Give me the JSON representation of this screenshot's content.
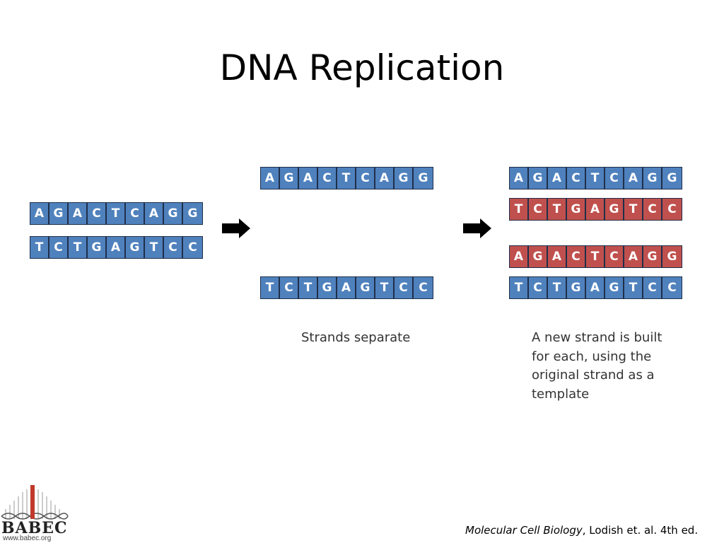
{
  "title": "DNA Replication",
  "colors": {
    "original_strand": "#4f81bd",
    "new_strand": "#c0504d",
    "arrow": "#000000"
  },
  "stages": {
    "original": {
      "strand_top": [
        "A",
        "G",
        "A",
        "C",
        "T",
        "C",
        "A",
        "G",
        "G"
      ],
      "strand_bottom": [
        "T",
        "C",
        "T",
        "G",
        "A",
        "G",
        "T",
        "C",
        "C"
      ]
    },
    "separated": {
      "strand_top": [
        "A",
        "G",
        "A",
        "C",
        "T",
        "C",
        "A",
        "G",
        "G"
      ],
      "strand_bottom": [
        "T",
        "C",
        "T",
        "G",
        "A",
        "G",
        "T",
        "C",
        "C"
      ],
      "caption": "Strands separate"
    },
    "replicated": {
      "pair1_original": [
        "A",
        "G",
        "A",
        "C",
        "T",
        "C",
        "A",
        "G",
        "G"
      ],
      "pair1_new": [
        "T",
        "C",
        "T",
        "G",
        "A",
        "G",
        "T",
        "C",
        "C"
      ],
      "pair2_new": [
        "A",
        "G",
        "A",
        "C",
        "T",
        "C",
        "A",
        "G",
        "G"
      ],
      "pair2_original": [
        "T",
        "C",
        "T",
        "G",
        "A",
        "G",
        "T",
        "C",
        "C"
      ],
      "caption_lines": [
        "A new strand is built",
        "for each, using the",
        "original strand as a",
        "template"
      ]
    }
  },
  "icons": {
    "arrow_1": "right-arrow-icon",
    "arrow_2": "right-arrow-icon"
  },
  "logo": {
    "name": "BABEC",
    "url": "www.babec.org"
  },
  "citation": {
    "book": "Molecular Cell Biology",
    "rest": ", Lodish et. al. 4th ed."
  }
}
